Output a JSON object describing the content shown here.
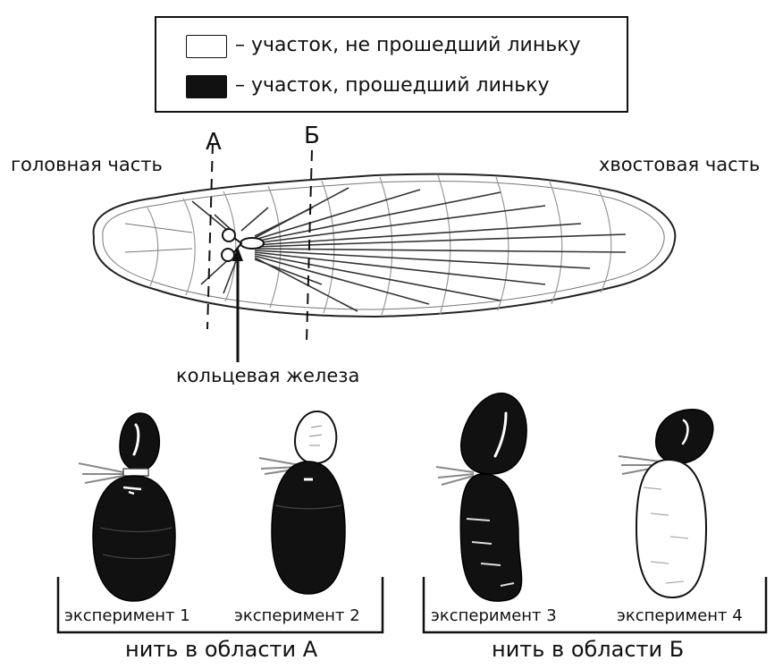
{
  "legend": {
    "items": [
      {
        "label": "– участок, не прошедший линьку",
        "fill": "#ffffff"
      },
      {
        "label": "– участок, прошедший линьку",
        "fill": "#111111"
      }
    ]
  },
  "larva": {
    "head_label": "головная часть",
    "tail_label": "хвостовая часть",
    "line_a_label": "А",
    "line_b_label": "Б",
    "gland_label": "кольцевая железа"
  },
  "experiments": [
    {
      "label": "эксперимент 1",
      "head": "molted",
      "body": "molted"
    },
    {
      "label": "эксперимент 2",
      "head": "not-molted",
      "body": "molted"
    },
    {
      "label": "эксперимент 3",
      "head": "molted",
      "body": "molted"
    },
    {
      "label": "эксперимент 4",
      "head": "molted",
      "body": "not-molted"
    }
  ],
  "groups": [
    {
      "label": "нить в области А"
    },
    {
      "label": "нить в области Б"
    }
  ],
  "colors": {
    "ink": "#111111",
    "paper": "#ffffff",
    "thread": "#888888"
  }
}
